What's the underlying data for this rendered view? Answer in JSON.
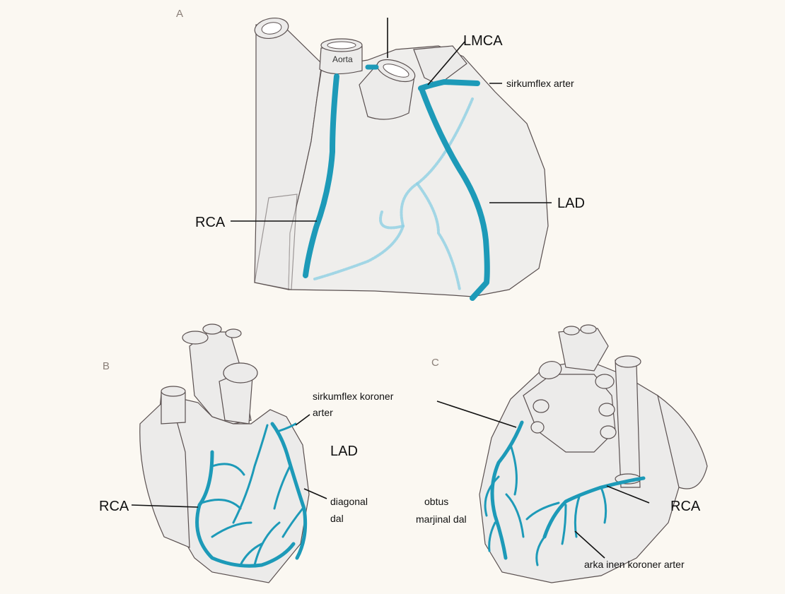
{
  "panels": {
    "a": "A",
    "b": "B",
    "c": "C"
  },
  "panel_a": {
    "aorta": "Aorta",
    "lmca": "LMCA",
    "circumflex": "sirkumflex arter",
    "lad": "LAD",
    "rca": "RCA"
  },
  "panel_b": {
    "circumflex_line1": "sirkumflex koroner",
    "circumflex_line2": "arter",
    "lad": "LAD",
    "rca": "RCA",
    "diagonal_line1": "diagonal",
    "diagonal_line2": "dal"
  },
  "panel_c": {
    "obtuse_line1": "obtus",
    "obtuse_line2": "marjinal dal",
    "rca": "RCA",
    "posterior_descending": "arka inen koroner arter"
  },
  "colors": {
    "artery": "#1d9ab8",
    "outline": "#5a5050",
    "background": "#fbf8f2"
  }
}
